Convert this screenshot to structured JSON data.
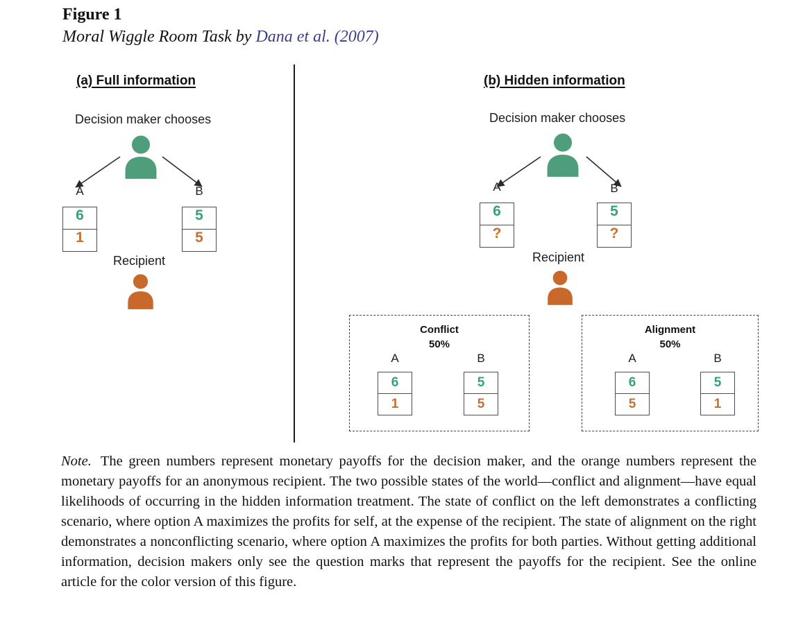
{
  "title": {
    "figure_label": "Figure 1",
    "subtitle_plain": "Moral Wiggle Room Task by ",
    "subtitle_link": "Dana et al. (2007)"
  },
  "colors": {
    "decision_maker_green": "#4f9e7b",
    "recipient_orange": "#c8682a",
    "payoff_green": "#35a17d",
    "payoff_orange": "#c9702f",
    "citation_link_blue": "#3b3e90"
  },
  "panel_a": {
    "header": "(a) Full information",
    "chooser_label": "Decision maker chooses",
    "recipient_label": "Recipient",
    "option_a_label": "A",
    "option_b_label": "B",
    "option_a": {
      "decision_maker": "6",
      "recipient": "1"
    },
    "option_b": {
      "decision_maker": "5",
      "recipient": "5"
    }
  },
  "panel_b": {
    "header": "(b) Hidden information",
    "chooser_label": "Decision maker chooses",
    "recipient_label": "Recipient",
    "option_a_label": "A",
    "option_b_label": "B",
    "option_a": {
      "decision_maker": "6",
      "recipient": "?"
    },
    "option_b": {
      "decision_maker": "5",
      "recipient": "?"
    },
    "states": [
      {
        "name": "Conflict",
        "probability": "50%",
        "option_a_label": "A",
        "option_b_label": "B",
        "option_a": {
          "decision_maker": "6",
          "recipient": "1"
        },
        "option_b": {
          "decision_maker": "5",
          "recipient": "5"
        }
      },
      {
        "name": "Alignment",
        "probability": "50%",
        "option_a_label": "A",
        "option_b_label": "B",
        "option_a": {
          "decision_maker": "6",
          "recipient": "5"
        },
        "option_b": {
          "decision_maker": "5",
          "recipient": "1"
        }
      }
    ]
  },
  "note": {
    "label": "Note.",
    "text": "The green numbers represent monetary payoffs for the decision maker, and the orange numbers represent the monetary payoffs for an anonymous recipient. The two possible states of the world—conflict and alignment—have equal likelihoods of occurring in the hidden information treatment. The state of conflict on the left demonstrates a conflicting scenario, where option A maximizes the profits for self, at the expense of the recipient. The state of alignment on the right demonstrates a nonconflicting scenario, where option A maximizes the profits for both parties. Without getting additional information, decision makers only see the question marks that represent the payoffs for the recipient. See the online article for the color version of this figure."
  }
}
